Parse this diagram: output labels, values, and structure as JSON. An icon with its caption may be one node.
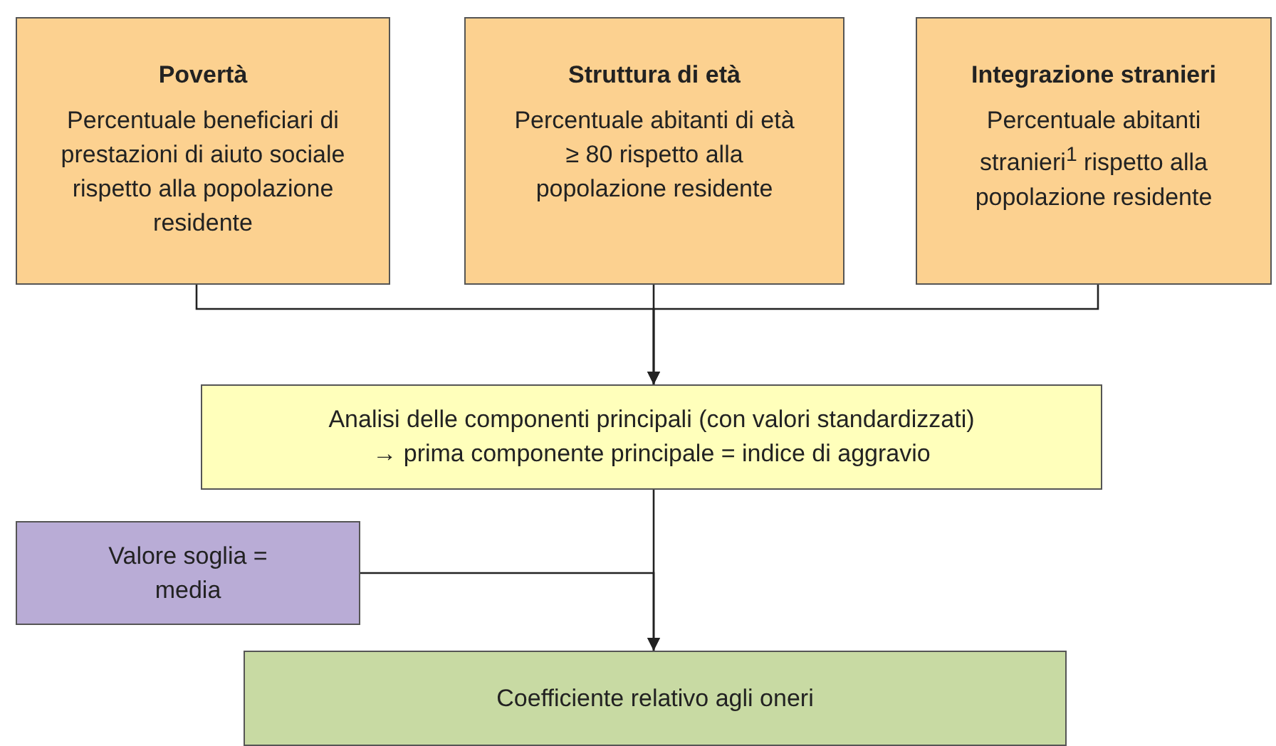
{
  "diagram": {
    "nodes": [
      {
        "text": [
          "Povertà",
          "Percentuale beneficiari di prestazioni di aiuto sociale rispetto alla popolazione residente"
        ]
      },
      {
        "text": [
          "Struttura di età",
          "Percentuale abitanti di età ≥ 80 rispetto alla popolazione residente"
        ]
      },
      {
        "text": [
          "Integrazione stranieri",
          "Percentuale abitanti stranieri$^{1}$ rispetto alla popolazione residente"
        ]
      },
      {
        "text": [
          "Analisi delle componenti principali (con valori standardizzati)",
          "→ prima componente principale = indice di aggravio"
        ]
      },
      {
        "text": [
          "Valore soglia = media"
        ]
      },
      {
        "text": [
          "Coefficiente relativo agli oneri"
        ]
      }
    ],
    "edges": [
      {
        "from": 0,
        "to": 3,
        "arrow": "to"
      },
      {
        "from": 1,
        "to": 3,
        "arrow": "to"
      },
      {
        "from": 2,
        "to": 3,
        "arrow": "to"
      },
      {
        "from": 3,
        "to": 5,
        "arrow": "to"
      },
      {
        "from": 4,
        "to": 5,
        "arrow": "to"
      }
    ]
  }
}
